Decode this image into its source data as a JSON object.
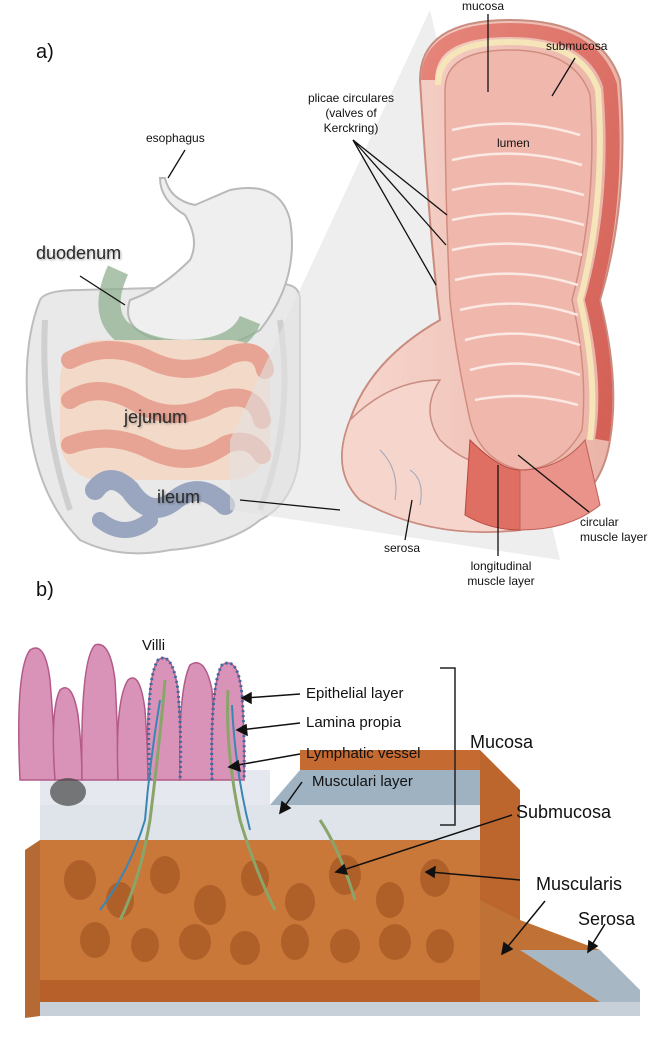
{
  "panel_a": {
    "letter": "a)",
    "labels": {
      "esophagus": "esophagus",
      "duodenum": "duodenum",
      "jejunum": "jejunum",
      "ileum": "ileum",
      "mucosa": "mucosa",
      "submucosa": "submucosa",
      "plicae_line1": "plicae circulares",
      "plicae_line2": "(valves of",
      "plicae_line3": "Kerckring)",
      "lumen": "lumen",
      "serosa": "serosa",
      "longitudinal_line1": "longitudinal",
      "longitudinal_line2": "muscle layer",
      "circular_line1": "circular",
      "circular_line2": "muscle layer"
    }
  },
  "panel_b": {
    "letter": "b)",
    "labels": {
      "villi": "Villi",
      "epithelial": "Epithelial layer",
      "lamina": "Lamina propia",
      "lymphatic": "Lymphatic vessel",
      "musculari_layer": "Musculari layer",
      "mucosa": "Mucosa",
      "submucosa": "Submucosa",
      "muscularis": "Muscularis",
      "serosa": "Serosa"
    }
  }
}
